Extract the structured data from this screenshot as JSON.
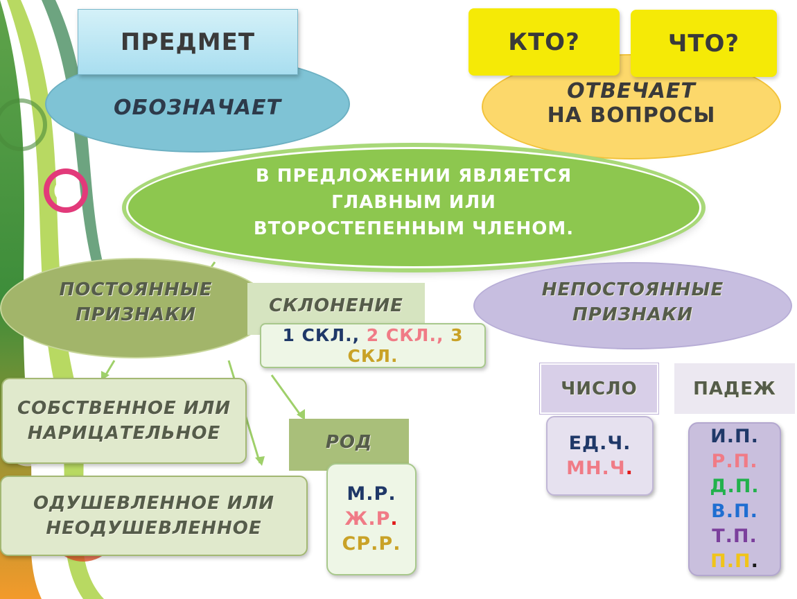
{
  "nodes": {
    "predmet": "ПРЕДМЕТ",
    "oboznachaet": "ОБОЗНАЧАЕТ",
    "kto": "КТО?",
    "chto": "ЧТО?",
    "otvechaet_line1": "ОТВЕЧАЕТ",
    "otvechaet_line2": "НА ВОПРОСЫ",
    "main_line1": "В ПРЕДЛОЖЕНИИ ЯВЛЯЕТСЯ",
    "main_line2": "ГЛАВНЫМ ИЛИ",
    "main_line3": "ВТОРОСТЕПЕННЫМ ЧЛЕНОМ.",
    "const_line1": "ПОСТОЯННЫЕ",
    "const_line2": "ПРИЗНАКИ",
    "sklonenie": "СКЛОНЕНИЕ",
    "skl1": "1 СКЛ.,",
    "skl2": "2 СКЛ.,",
    "skl3a": "3",
    "skl3b": "СКЛ.",
    "sobstv_line1": "СОБСТВЕННОЕ ИЛИ",
    "sobstv_line2": "НАРИЦАТЕЛЬНОЕ",
    "odush_line1": "ОДУШЕВЛЕННОЕ ИЛИ",
    "odush_line2": "НЕОДУШЕВЛЕННОЕ",
    "rod": "РОД",
    "rod_m": "М.Р.",
    "rod_zh": "Ж.Р",
    "rod_zh_dot": ".",
    "rod_sr": "СР.Р.",
    "nonconst_line1": "НЕПОСТОЯННЫЕ",
    "nonconst_line2": "ПРИЗНАКИ",
    "chislo": "ЧИСЛО",
    "padezh": "ПАДЕЖ",
    "ed": "ЕД.Ч.",
    "mn": "МН.Ч",
    "mn_dot": ".",
    "pad_ip": "И.П.",
    "pad_rp": "Р.П.",
    "pad_dp": "Д.П.",
    "pad_vp": "В.П.",
    "pad_tp": "Т.П.",
    "pad_pp": "П.П",
    "pad_pp_dot": "."
  },
  "colors": {
    "oval_blue": "#7fc3d5",
    "oval_yellow": "#fcd86b",
    "oval_green": "#8dc74f",
    "oval_olive": "#a2b56a",
    "oval_lavender": "#c7bee0",
    "box_yellow": "#f5ea06"
  }
}
